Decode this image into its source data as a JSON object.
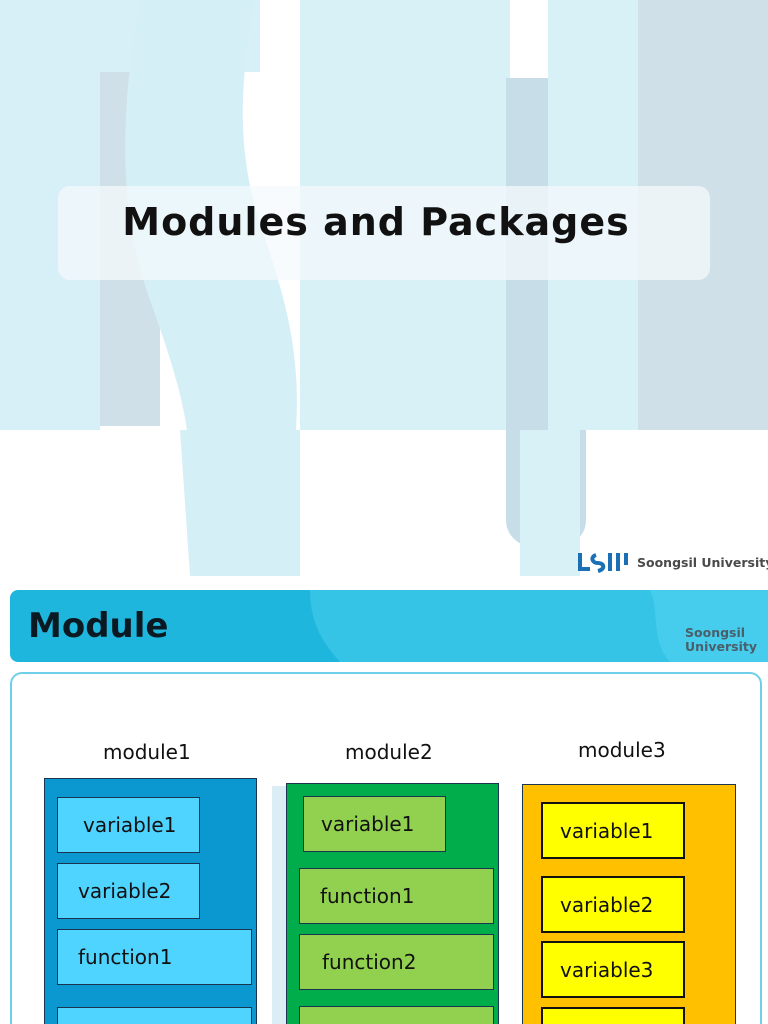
{
  "slide1": {
    "title": "Modules and Packages",
    "footer_brand": "Soongsil University"
  },
  "slide2": {
    "heading": "Module",
    "brand_line1": "Soongsil",
    "brand_line2": "University",
    "modules": [
      {
        "name": "module1",
        "items": [
          "variable1",
          "variable2",
          "function1",
          ""
        ]
      },
      {
        "name": "module2",
        "items": [
          "variable1",
          "function1",
          "function2",
          ""
        ]
      },
      {
        "name": "module3",
        "items": [
          "variable1",
          "variable2",
          "variable3",
          ""
        ]
      }
    ]
  },
  "colors": {
    "header_blue": "#1fb6dd",
    "module1_bg": "#0b97cf",
    "module1_item": "#4fd3ff",
    "module2_bg": "#00ad4a",
    "module2_item": "#92d050",
    "module3_bg": "#ffc000",
    "module3_item": "#ffff00",
    "watermark_light": "#d5eff6",
    "watermark_mid": "#c9e0ea"
  }
}
